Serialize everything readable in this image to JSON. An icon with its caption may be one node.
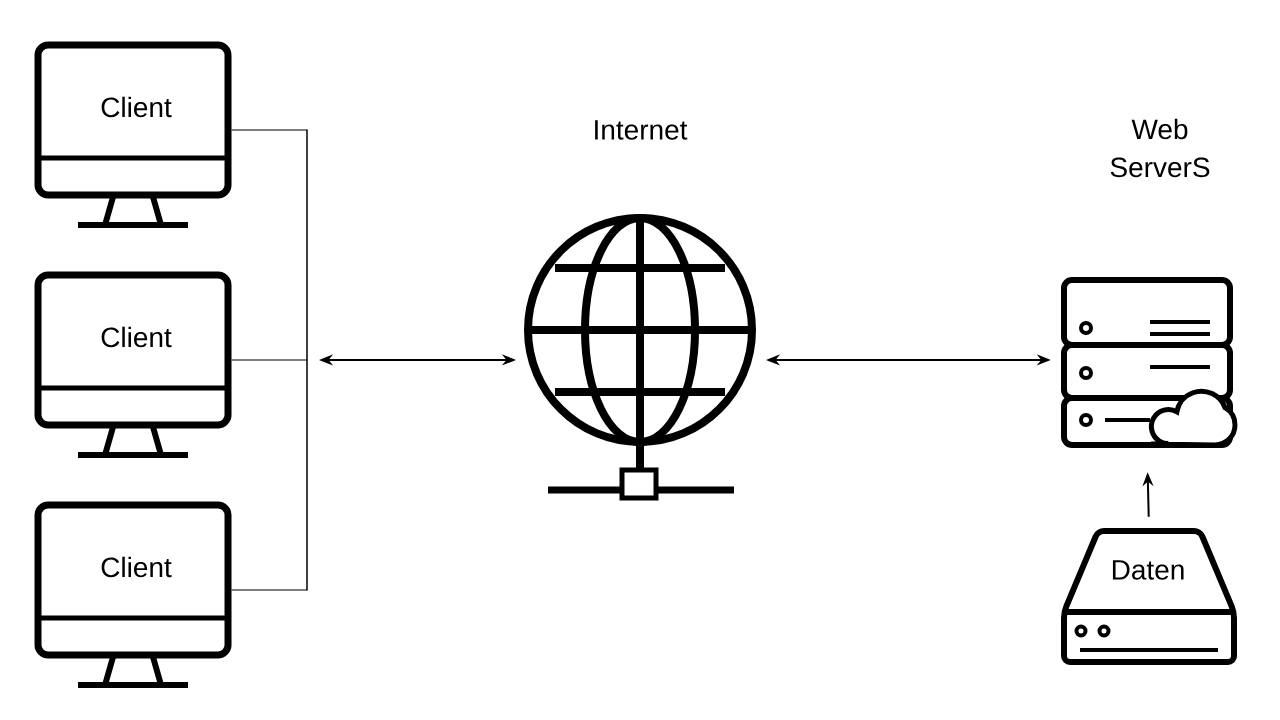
{
  "diagram": {
    "nodes": [
      {
        "text": [
          "Client"
        ]
      },
      {
        "text": [
          "Client"
        ]
      },
      {
        "text": [
          "Client"
        ]
      },
      {
        "text": [],
        "shape": "bar"
      },
      {
        "text": [
          "Internet"
        ]
      },
      {
        "text": [
          "Web ServerS"
        ]
      },
      {
        "text": [
          "Daten"
        ]
      }
    ],
    "edges": [
      {
        "from": 0,
        "to": 3,
        "arrow": "none"
      },
      {
        "from": 1,
        "to": 3,
        "arrow": "none"
      },
      {
        "from": 2,
        "to": 3,
        "arrow": "none"
      },
      {
        "from": 3,
        "to": 4,
        "arrow": "both"
      },
      {
        "from": 4,
        "to": 5,
        "arrow": "both"
      },
      {
        "from": 6,
        "to": 5,
        "arrow": "to"
      }
    ]
  }
}
